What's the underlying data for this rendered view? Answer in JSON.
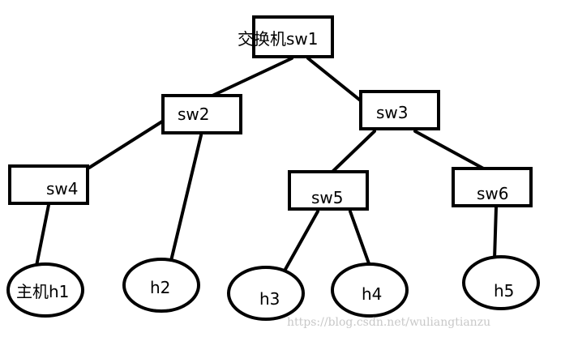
{
  "switches": {
    "sw1": "交换机sw1",
    "sw2": "sw2",
    "sw3": "sw3",
    "sw4": "sw4",
    "sw5": "sw5",
    "sw6": "sw6"
  },
  "hosts": {
    "h1": "主机h1",
    "h2": "h2",
    "h3": "h3",
    "h4": "h4",
    "h5": "h5"
  },
  "watermark": "https://blog.csdn.net/wuliangtianzu"
}
